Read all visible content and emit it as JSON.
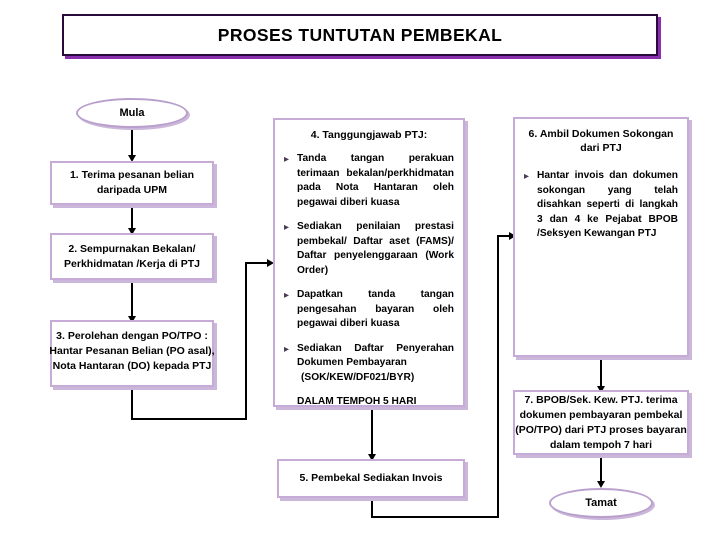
{
  "title": {
    "text": "PROSES TUNTUTAN PEMBEKAL"
  },
  "terminators": {
    "start": "Mula",
    "end": "Tamat"
  },
  "nodes": {
    "step1": {
      "lines": [
        "1. Terima pesanan belian",
        "daripada UPM"
      ]
    },
    "step2": {
      "lines": [
        "2. Sempurnakan Bekalan/",
        "Perkhidmatan /Kerja di PTJ"
      ]
    },
    "step3": {
      "lines": [
        "3.   Perolehan dengan PO/TPO :",
        "Hantar Pesanan Belian (PO asal),",
        "Nota Hantaran  (DO) kepada PTJ"
      ]
    },
    "step4": {
      "heading": "4. Tanggungjawab PTJ:",
      "bullets": [
        "Tanda tangan perakuan terimaan bekalan/perkhidmatan pada Nota Hantaran oleh pegawai diberi kuasa",
        "Sediakan penilaian prestasi pembekal/ Daftar aset (FAMS)/ Daftar penyelenggaraan (Work Order)",
        "Dapatkan tanda tangan pengesahan bayaran oleh pegawai diberi kuasa"
      ],
      "bullet4_main": "Sediakan Daftar Penyerahan Dokumen Pembayaran",
      "bullet4_sub": "(SOK/KEW/DF021/BYR)",
      "footer": "DALAM TEMPOH 5 HARI"
    },
    "step5": {
      "lines": [
        "5. Pembekal Sediakan Invois"
      ]
    },
    "step6": {
      "heading": "6. Ambil Dokumen Sokongan dari PTJ",
      "bullets": [
        "Hantar invois dan dokumen sokongan yang telah disahkan seperti di langkah 3 dan 4 ke Pejabat BPOB /Seksyen Kewangan PTJ"
      ]
    },
    "step7": {
      "lines": [
        "7. BPOB/Sek. Kew. PTJ. terima",
        "dokumen pembayaran pembekal",
        "(PO/TPO) dari PTJ proses bayaran",
        "dalam tempoh 7 hari"
      ]
    }
  },
  "icons": {
    "bullet": "▸"
  },
  "colors": {
    "title_border": "#2a0a3d",
    "title_shadow": "#8a2fb0",
    "node_border": "#c5abd6",
    "node_shadow": "#cbb7da",
    "connector": "#000000",
    "background": "#ffffff"
  }
}
